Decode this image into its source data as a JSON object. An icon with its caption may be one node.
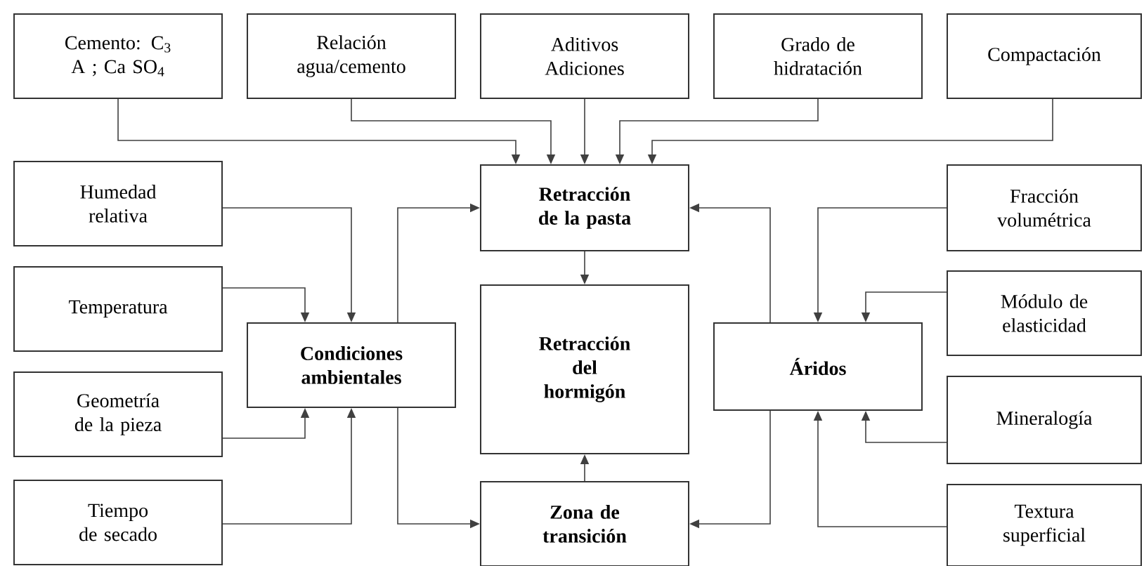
{
  "diagram": {
    "nodes": [
      {
        "text": [
          "Cemento: C$_{3}$ A ; Ca SO$_{4}$"
        ]
      },
      {
        "text": [
          "Relación agua/cemento"
        ]
      },
      {
        "text": [
          "Aditivos Adiciones"
        ]
      },
      {
        "text": [
          "Grado de hidratación"
        ]
      },
      {
        "text": [
          "Compactación"
        ]
      },
      {
        "text": [
          "Retracción de la pasta"
        ]
      },
      {
        "text": [
          "Humedad relativa"
        ]
      },
      {
        "text": [
          "Temperatura"
        ]
      },
      {
        "text": [
          "Condiciones ambientales"
        ]
      },
      {
        "text": [
          "Geometría de la pieza"
        ]
      },
      {
        "text": [
          "Retracción del hormigón"
        ]
      },
      {
        "text": [
          "Áridos"
        ]
      },
      {
        "text": [
          "Fracción volumétrica"
        ]
      },
      {
        "text": [
          "Módulo de elasticidad"
        ]
      },
      {
        "text": [
          "Mineralogía"
        ]
      },
      {
        "text": [
          "Tiempo de secado"
        ]
      },
      {
        "text": [
          "Zona de transición"
        ]
      },
      {
        "text": [
          "Textura superficial"
        ]
      }
    ],
    "edges": [
      {
        "from": 0,
        "to": 5,
        "arrow": "to"
      },
      {
        "from": 1,
        "to": 5,
        "arrow": "to"
      },
      {
        "from": 2,
        "to": 5,
        "arrow": "to"
      },
      {
        "from": 3,
        "to": 5,
        "arrow": "to"
      },
      {
        "from": 4,
        "to": 5,
        "arrow": "to"
      },
      {
        "from": 6,
        "to": 8,
        "arrow": "to"
      },
      {
        "from": 7,
        "to": 8,
        "arrow": "to"
      },
      {
        "from": 9,
        "to": 8,
        "arrow": "to"
      },
      {
        "from": 15,
        "to": 8,
        "arrow": "to"
      },
      {
        "from": 8,
        "to": 5,
        "arrow": "to"
      },
      {
        "from": 8,
        "to": 16,
        "arrow": "to"
      },
      {
        "from": 5,
        "to": 10,
        "arrow": "to"
      },
      {
        "from": 16,
        "to": 10,
        "arrow": "to"
      },
      {
        "from": 11,
        "to": 5,
        "arrow": "to"
      },
      {
        "from": 11,
        "to": 16,
        "arrow": "to"
      },
      {
        "from": 12,
        "to": 11,
        "arrow": "to"
      },
      {
        "from": 13,
        "to": 11,
        "arrow": "to"
      },
      {
        "from": 14,
        "to": 11,
        "arrow": "to"
      },
      {
        "from": 17,
        "to": 11,
        "arrow": "to"
      }
    ]
  }
}
